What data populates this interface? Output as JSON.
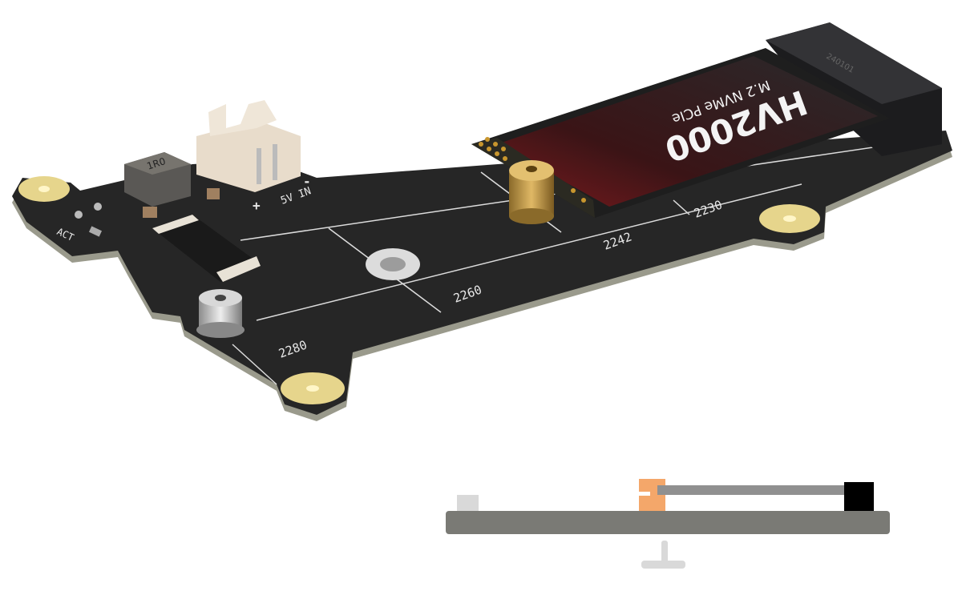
{
  "product": {
    "ssd_model": "HV2000",
    "ssd_subtitle": "M.2 NVMe PCIe",
    "connector_marking": "240101"
  },
  "board_labels": {
    "size_2230": "2230",
    "size_2242": "2242",
    "size_2260": "2260",
    "size_2280": "2280",
    "power_input": "5V IN",
    "plus": "+",
    "minus": "-",
    "inductor": "1R0",
    "led": "ACT"
  },
  "colors": {
    "pcb": "#2a2a2a",
    "pad": "#e6d58c",
    "diagram_base": "#7a7a75",
    "diagram_standoff": "#f4a76a",
    "diagram_ssd": "#909090",
    "diagram_connector": "#000000",
    "diagram_light": "#d9d9d9"
  }
}
